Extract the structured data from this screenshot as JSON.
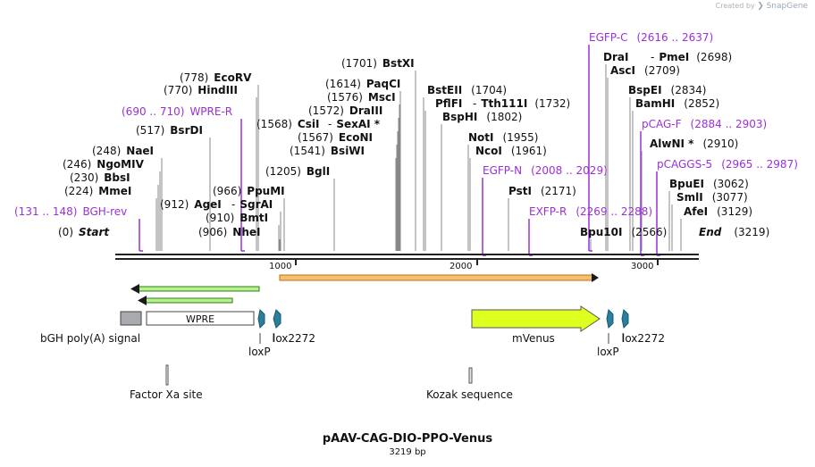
{
  "credit": {
    "prefix": "Created by",
    "brand": "SnapGene"
  },
  "plasmid": {
    "name": "pAAV-CAG-DIO-PPO-Venus",
    "length_label": "3219 bp"
  },
  "ruler": {
    "ticks": [
      "1000",
      "2000",
      "3000"
    ]
  },
  "site_labels": [
    {
      "name": "Start",
      "pos": "(0)",
      "type": "end"
    },
    {
      "name": "BGH-rev",
      "pos": "(131 .. 148)",
      "type": "primer"
    },
    {
      "name": "MmeI",
      "pos": "(224)",
      "type": "enzyme"
    },
    {
      "name": "BbsI",
      "pos": "(230)",
      "type": "enzyme"
    },
    {
      "name": "NgoMIV",
      "pos": "(246)",
      "type": "enzyme"
    },
    {
      "name": "NaeI",
      "pos": "(248)",
      "type": "enzyme"
    },
    {
      "name": "BsrDI",
      "pos": "(517)",
      "type": "enzyme"
    },
    {
      "name": "WPRE-R",
      "pos": "(690 .. 710)",
      "type": "primer"
    },
    {
      "name": "AgeI",
      "pos": "(912)",
      "type": "enzyme"
    },
    {
      "name": "SgrAI",
      "pos": "",
      "type": "enzyme"
    },
    {
      "name": "NheI",
      "pos": "(906)",
      "type": "enzyme"
    },
    {
      "name": "BmtI",
      "pos": "(910)",
      "type": "enzyme"
    },
    {
      "name": "PpuMI",
      "pos": "(966)",
      "type": "enzyme"
    },
    {
      "name": "HindIII",
      "pos": "(770)",
      "type": "enzyme"
    },
    {
      "name": "EcoRV",
      "pos": "(778)",
      "type": "enzyme"
    },
    {
      "name": "BglI",
      "pos": "(1205)",
      "type": "enzyme"
    },
    {
      "name": "BsiWI",
      "pos": "(1541)",
      "type": "enzyme"
    },
    {
      "name": "EcoNI",
      "pos": "(1567)",
      "type": "enzyme"
    },
    {
      "name": "CsiI",
      "pos": "(1568)",
      "type": "enzyme"
    },
    {
      "name": "SexAI *",
      "pos": "",
      "type": "enzyme"
    },
    {
      "name": "DraIII",
      "pos": "(1572)",
      "type": "enzyme"
    },
    {
      "name": "MscI",
      "pos": "(1576)",
      "type": "enzyme"
    },
    {
      "name": "PaqCI",
      "pos": "(1614)",
      "type": "enzyme"
    },
    {
      "name": "BstXI",
      "pos": "(1701)",
      "type": "enzyme"
    },
    {
      "name": "BstEII",
      "pos": "(1704)",
      "type": "enzyme"
    },
    {
      "name": "PflFI",
      "pos": "",
      "type": "enzyme"
    },
    {
      "name": "Tth111I",
      "pos": "(1732)",
      "type": "enzyme"
    },
    {
      "name": "BspHI",
      "pos": "(1802)",
      "type": "enzyme"
    },
    {
      "name": "NotI",
      "pos": "(1955)",
      "type": "enzyme"
    },
    {
      "name": "NcoI",
      "pos": "(1961)",
      "type": "enzyme"
    },
    {
      "name": "EGFP-N",
      "pos": "(2008 .. 2029)",
      "type": "primer"
    },
    {
      "name": "PstI",
      "pos": "(2171)",
      "type": "enzyme"
    },
    {
      "name": "EXFP-R",
      "pos": "(2269 .. 2288)",
      "type": "primer"
    },
    {
      "name": "Bpu10I",
      "pos": "(2566)",
      "type": "enzyme"
    },
    {
      "name": "EGFP-C",
      "pos": "(2616 .. 2637)",
      "type": "primer"
    },
    {
      "name": "DraI",
      "pos": "",
      "type": "enzyme"
    },
    {
      "name": "PmeI",
      "pos": "(2698)",
      "type": "enzyme"
    },
    {
      "name": "AscI",
      "pos": "(2709)",
      "type": "enzyme"
    },
    {
      "name": "BspEI",
      "pos": "(2834)",
      "type": "enzyme"
    },
    {
      "name": "BamHI",
      "pos": "(2852)",
      "type": "enzyme"
    },
    {
      "name": "pCAG-F",
      "pos": "(2884 .. 2903)",
      "type": "primer"
    },
    {
      "name": "AlwNI *",
      "pos": "(2910)",
      "type": "enzyme"
    },
    {
      "name": "pCAGGS-5",
      "pos": "(2965 .. 2987)",
      "type": "primer"
    },
    {
      "name": "BpuEI",
      "pos": "(3062)",
      "type": "enzyme"
    },
    {
      "name": "SmlI",
      "pos": "(3077)",
      "type": "enzyme"
    },
    {
      "name": "AfeI",
      "pos": "(3129)",
      "type": "enzyme"
    },
    {
      "name": "End",
      "pos": "(3219)",
      "type": "end"
    }
  ],
  "features": [
    {
      "name": "bGH poly(A) signal"
    },
    {
      "name": "WPRE"
    },
    {
      "name": "loxP"
    },
    {
      "name": "lox2272"
    },
    {
      "name": "Factor Xa site"
    },
    {
      "name": "Kozak sequence"
    },
    {
      "name": "mVenus"
    },
    {
      "name": "loxP"
    },
    {
      "name": "lox2272"
    }
  ],
  "colors": {
    "enzyme": "#111111",
    "primer": "#9b30d9",
    "backbone": "#222222",
    "green_arrow": "#2e7d1e",
    "orange_bar": "#f0a030",
    "mvenus": "#dfff1f",
    "lox": "#2a7f9e"
  }
}
